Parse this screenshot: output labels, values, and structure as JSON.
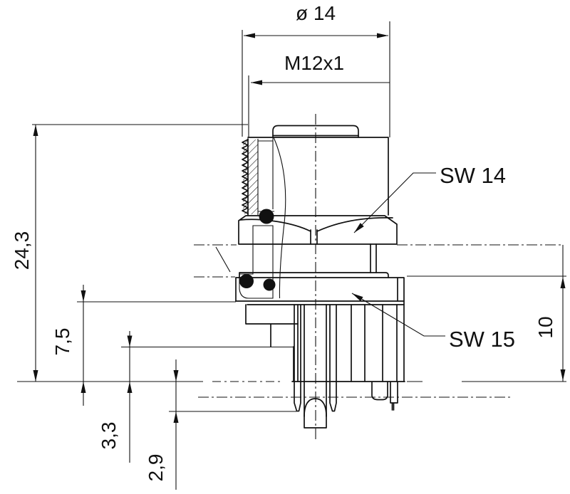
{
  "drawing": {
    "type": "technical-section-view",
    "subject": "panel-mount circular connector, cross-section with dimensions"
  },
  "dims": {
    "diameter": "ø 14",
    "thread": "M12x1",
    "total_height": "24,3",
    "flange_height": "7,5",
    "lower_height": "10",
    "step_height": "3,3",
    "pin_height": "2,9"
  },
  "labels": {
    "wrench_flat_top": "SW 14",
    "wrench_flat_nut": "SW 15"
  },
  "colors": {
    "ink": "#111111",
    "background": "#ffffff"
  }
}
